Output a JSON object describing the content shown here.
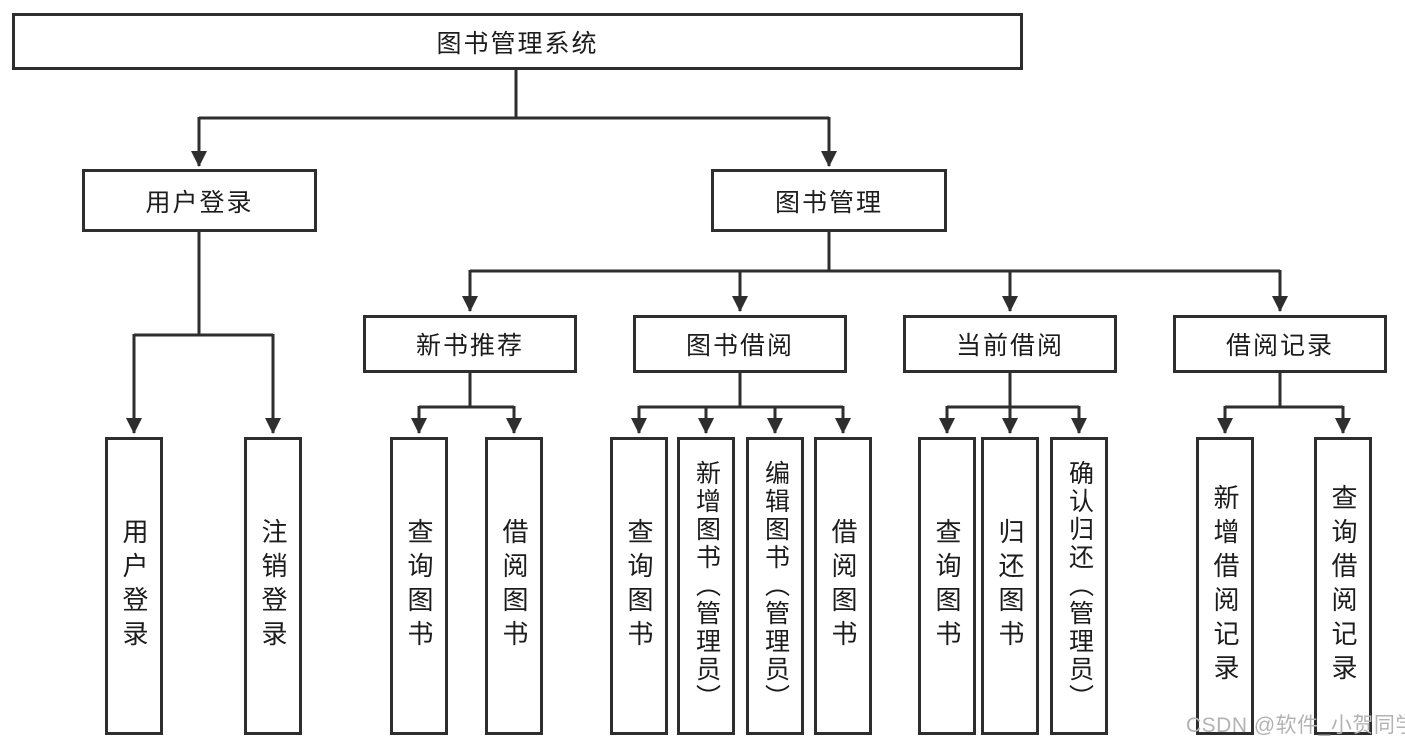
{
  "diagram": {
    "title": "图书管理系统",
    "children": [
      {
        "label": "用户登录",
        "children": [
          {
            "label": "用户登录"
          },
          {
            "label": "注销登录"
          }
        ]
      },
      {
        "label": "图书管理",
        "children": [
          {
            "label": "新书推荐",
            "children": [
              {
                "label": "查询图书"
              },
              {
                "label": "借阅图书"
              }
            ]
          },
          {
            "label": "图书借阅",
            "children": [
              {
                "label": "查询图书"
              },
              {
                "label": "新增图书（管理员）"
              },
              {
                "label": "编辑图书（管理员）"
              },
              {
                "label": "借阅图书"
              }
            ]
          },
          {
            "label": "当前借阅",
            "children": [
              {
                "label": "查询图书"
              },
              {
                "label": "归还图书"
              },
              {
                "label": "确认归还（管理员）"
              }
            ]
          },
          {
            "label": "借阅记录",
            "children": [
              {
                "label": "新增借阅记录"
              },
              {
                "label": "查询借阅记录"
              }
            ]
          }
        ]
      }
    ]
  },
  "watermark": "CSDN @软件_小贺同学",
  "colors": {
    "line": "#2e2e2e",
    "box_border": "#2e2e2e",
    "text": "#1c1c1c",
    "watermark": "#b3b3b3",
    "background": "#ffffff"
  }
}
